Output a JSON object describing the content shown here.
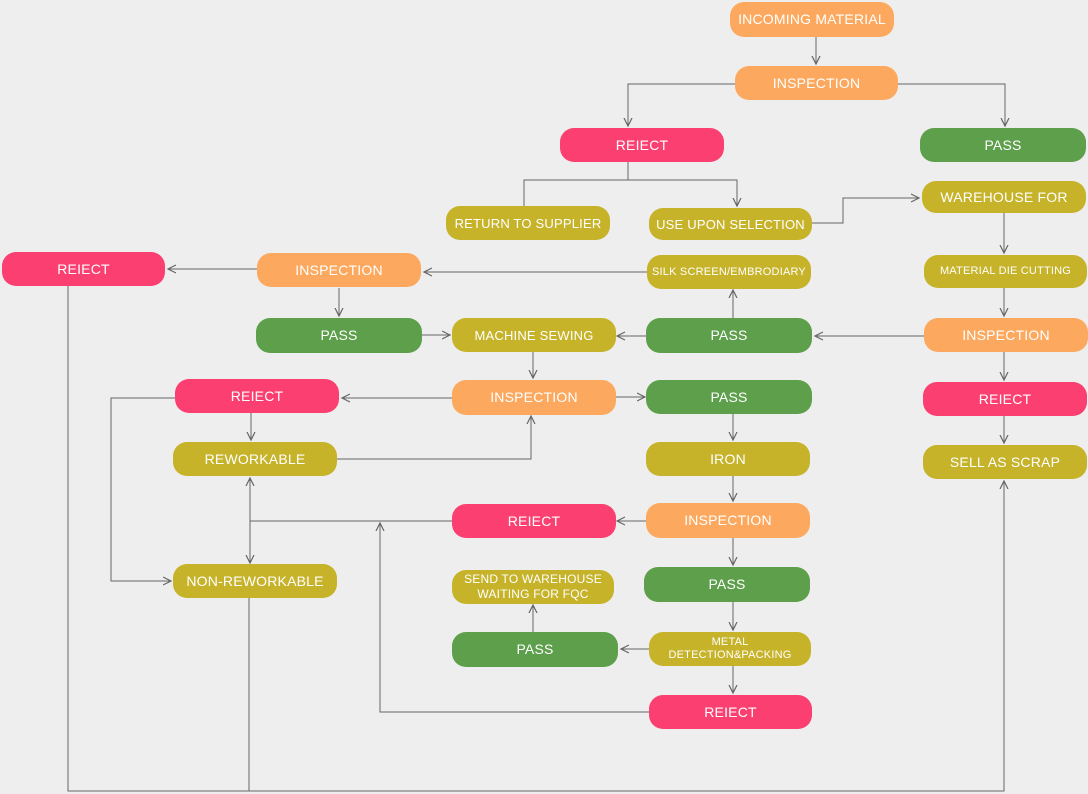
{
  "colors": {
    "inspection": "#fca95f",
    "reject": "#fb3f70",
    "pass": "#5e9f4c",
    "process": "#c6b32a",
    "connector": "#666666",
    "background": "#eeeeee"
  },
  "nodes": {
    "incoming_material": "INCOMING MATERIAL",
    "inspection_1": "INSPECTION",
    "reject_1": "REIECT",
    "pass_1": "PASS",
    "return_to_supplier": "RETURN TO SUPPLIER",
    "use_upon_selection": "USE UPON SELECTION",
    "warehouse_for": "WAREHOUSE FOR",
    "material_die_cutting": "MATERIAL DIE CUTTING",
    "inspection_2": "INSPECTION",
    "reject_2": "REIECT",
    "sell_as_scrap": "SELL AS SCRAP",
    "silk_screen": "SILK  SCREEN/EMBRODIARY",
    "inspection_3": "INSPECTION",
    "reject_3": "REIECT",
    "pass_2": "PASS",
    "pass_3": "PASS",
    "machine_sewing": "MACHINE SEWING",
    "inspection_4": "INSPECTION",
    "reject_4": "REIECT",
    "reworkable": "REWORKABLE",
    "non_reworkable": "NON-REWORKABLE",
    "pass_4": "PASS",
    "iron": "IRON",
    "inspection_5": "INSPECTION",
    "reject_5": "REIECT",
    "pass_5": "PASS",
    "metal_detection": "METAL DETECTION&PACKING",
    "pass_6": "PASS",
    "send_to_warehouse": "SEND TO WAREHOUSE\nWAITING FOR FQC",
    "reject_6": "REIECT"
  }
}
